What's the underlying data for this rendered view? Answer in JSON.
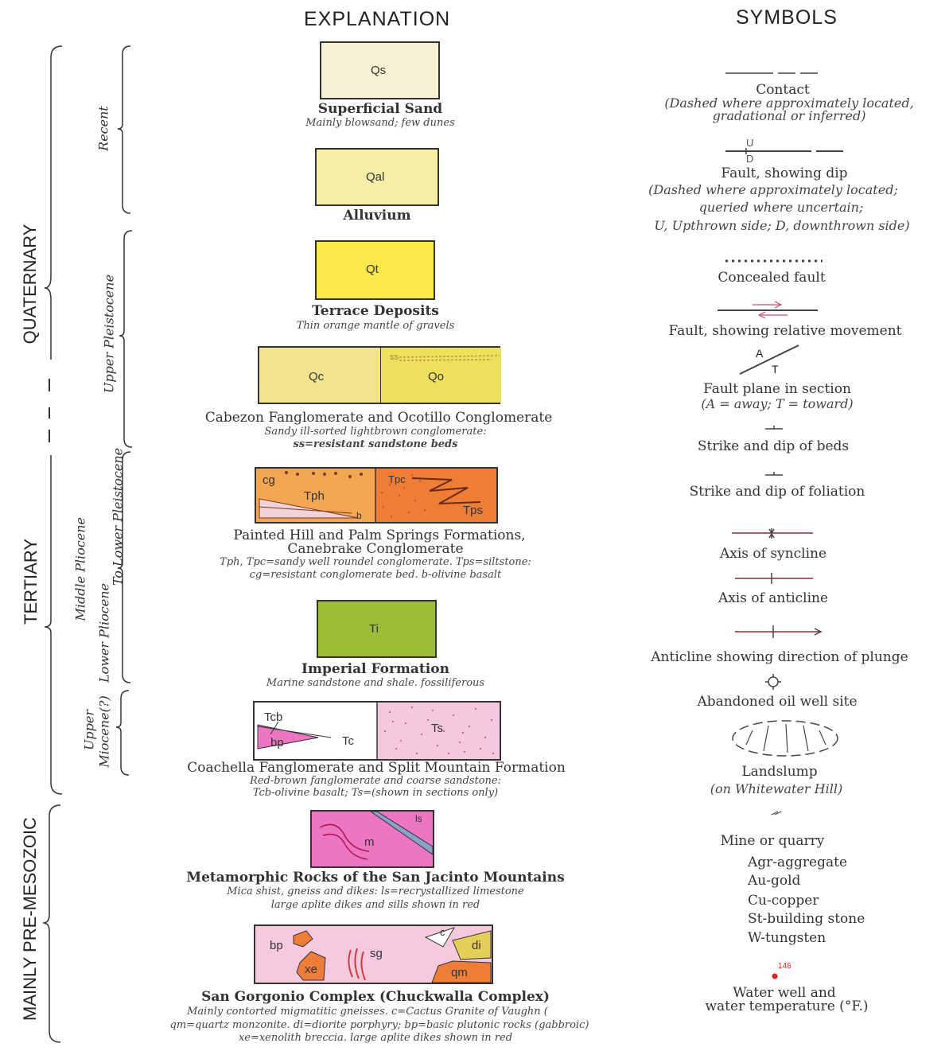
{
  "headers": {
    "explanation": "EXPLANATION",
    "symbols": "SYMBOLS"
  },
  "eras": {
    "quaternary": "QUATERNARY",
    "tertiary": "TERTIARY",
    "pre_mesozoic": "MAINLY PRE-MESOZOIC"
  },
  "epochs": {
    "recent": "Recent",
    "upper_pleistocene": "Upper Pleistocene",
    "middle_pliocene": "Middle Pliocene",
    "to_lower_pleistocene": "To Lower Pleistocene",
    "lower_pliocene": "Lower Pliocene",
    "upper_miocene_1": "Upper",
    "upper_miocene_2": "Miocene(?)"
  },
  "units": {
    "qs": {
      "symbol": "Qs",
      "name": "Superficial Sand",
      "desc": "Mainly blowsand; few dunes",
      "color": "#f9f1d4"
    },
    "qal": {
      "symbol": "Qal",
      "name": "Alluvium",
      "color": "#f7eea6"
    },
    "qt": {
      "symbol": "Qt",
      "name": "Terrace Deposits",
      "desc": "Thin orange mantle of gravels",
      "color": "#fbe94a"
    },
    "qc": {
      "symbol_a": "Qc",
      "symbol_b": "Qo",
      "ss": "ss",
      "name": "Cabezon Fanglomerate and Ocotillo Conglomerate",
      "desc1": "Sandy ill-sorted lightbrown conglomerate:",
      "desc2": "ss=resistant sandstone beds",
      "color_a": "#f2e38f",
      "color_b": "#eee05c"
    },
    "tph": {
      "cg": "cg",
      "tph": "Tph",
      "b": "b",
      "tpc": "Tpc",
      "tps": "Tps",
      "name1": "Painted Hill and Palm Springs Formations,",
      "name2": "Canebrake Conglomerate",
      "desc1": "Tph, Tpc=sandy well roundel conglomerate. Tps=siltstone:",
      "desc2": "cg=resistant conglomerate bed. b-olivine basalt",
      "color_a": "#f4a653",
      "color_b": "#ee7d38"
    },
    "ti": {
      "symbol": "Ti",
      "name": "Imperial Formation",
      "desc": "Marine sandstone and shale. fossiliferous",
      "color": "#9bbd35"
    },
    "tc": {
      "tcb": "Tcb",
      "bp": "bp",
      "tc": "Tc",
      "ts": "Ts",
      "name": "Coachella Fanglomerate and Split Mountain Formation",
      "desc1": "Red-brown fanglomerate and coarse sandstone:",
      "desc2": "Tcb-olivine basalt; Ts=(shown in sections only)",
      "color_b": "#f3c8dd"
    },
    "m": {
      "symbol": "m",
      "ls": "ls",
      "name": "Metamorphic Rocks of the San Jacinto Mountains",
      "desc1": "Mica shist, gneiss and dikes: ls=recrystallized limestone",
      "desc2": "large aplite dikes and sills shown in red",
      "color": "#ec76c1"
    },
    "sg": {
      "bp": "bp",
      "sg": "sg",
      "xe": "xe",
      "c": "c",
      "di": "di",
      "qm": "qm",
      "name": "San Gorgonio Complex (Chuckwalla Complex)",
      "desc1": "Mainly contorted migmatitic gneisses.   c=Cactus Granite of Vaughn (",
      "desc2": "qm=quartz monzonite. di=diorite porphyry; bp=basic plutonic rocks (gabbroic)",
      "desc3": "xe=xenolith breccia. large aplite dikes shown in red",
      "color": "#f7c9dd"
    }
  },
  "symbols": {
    "contact": {
      "label": "Contact",
      "note1": "(Dashed where approximately located,",
      "note2": "gradational or inferred)"
    },
    "fault_dip": {
      "u": "U",
      "d": "D",
      "label": "Fault, showing dip",
      "note1": "(Dashed where approximately located;",
      "note2": "queried where uncertain;",
      "note3": "U, Upthrown side; D, downthrown side)"
    },
    "concealed": {
      "label": "Concealed fault"
    },
    "relative": {
      "label": "Fault, showing relative movement"
    },
    "plane": {
      "a": "A",
      "t": "T",
      "label": "Fault plane in section",
      "note": "(A = away;  T = toward)"
    },
    "strike_beds": {
      "label": "Strike and dip of beds"
    },
    "strike_foliation": {
      "label": "Strike and dip of foliation"
    },
    "syncline": {
      "label": "Axis of syncline"
    },
    "anticline": {
      "label": "Axis of anticline"
    },
    "plunge": {
      "label": "Anticline showing direction of plunge"
    },
    "oil_well": {
      "label": "Abandoned oil well site"
    },
    "landslump": {
      "label": "Landslump",
      "note": "(on Whitewater Hill)"
    },
    "mine": {
      "label": "Mine or quarry",
      "items": [
        "Agr-aggregate",
        "Au-gold",
        "Cu-copper",
        "St-building stone",
        "W-tungsten"
      ]
    },
    "water": {
      "temp": "146",
      "label1": "Water well and",
      "label2": "water temperature (°F.)"
    }
  }
}
